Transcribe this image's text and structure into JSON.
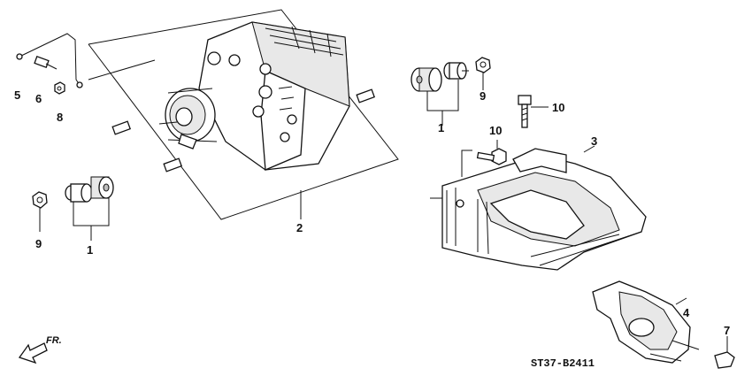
{
  "diagram": {
    "catalog_code": "ST37-B2411",
    "front_indicator": "FR.",
    "callouts": {
      "c1_left": "1",
      "c1_right": "1",
      "c2": "2",
      "c3": "3",
      "c4": "4",
      "c5": "5",
      "c6": "6",
      "c7": "7",
      "c8": "8",
      "c9_left": "9",
      "c9_right": "9",
      "c10_upper": "10",
      "c10_lower": "10"
    }
  }
}
